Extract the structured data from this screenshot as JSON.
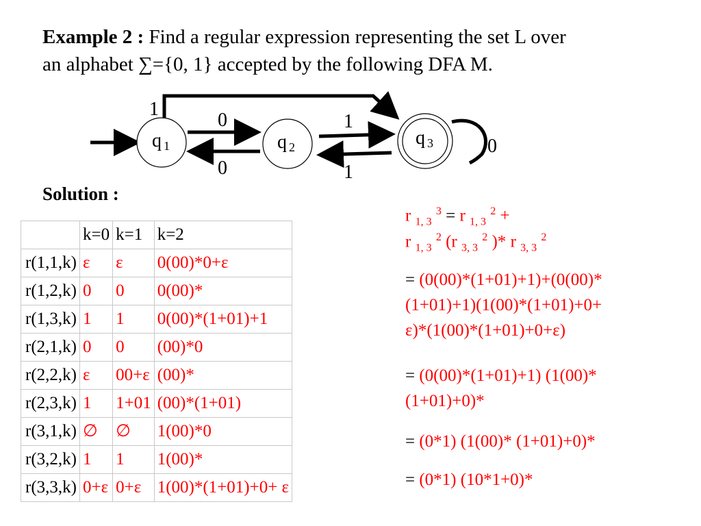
{
  "intro": {
    "label": "Example 2 :",
    "text_line1": " Find a regular expression representing the set L over",
    "text_line2": "an alphabet ∑={0, 1} accepted by the following DFA M."
  },
  "dfa": {
    "states": [
      {
        "name": "q",
        "index": "1"
      },
      {
        "name": "q",
        "index": "2"
      },
      {
        "name": "q",
        "index": "3"
      }
    ],
    "labels": {
      "q1_to_q3": "1",
      "q1_to_q2": "0",
      "q2_to_q1": "0",
      "q2_to_q3": "1",
      "q3_to_q2": "1",
      "q3_loop": "0"
    }
  },
  "solution_label": "Solution :",
  "table": {
    "headers": [
      "",
      "k=0",
      "k=1",
      "k=2"
    ],
    "rows": [
      {
        "label": "r(1,1,k)",
        "k0": "ε",
        "k1": "ε",
        "k2": "0(00)*0+ε"
      },
      {
        "label": "r(1,2,k)",
        "k0": "0",
        "k1": "0",
        "k2": "0(00)*"
      },
      {
        "label": "r(1,3,k)",
        "k0": "1",
        "k1": "1",
        "k2": "0(00)*(1+01)+1"
      },
      {
        "label": "r(2,1,k)",
        "k0": "0",
        "k1": "0",
        "k2": "(00)*0"
      },
      {
        "label": "r(2,2,k)",
        "k0": "ε",
        "k1": "00+ε",
        "k2": "(00)*"
      },
      {
        "label": "r(2,3,k)",
        "k0": "1",
        "k1": "1+01",
        "k2": "(00)*(1+01)"
      },
      {
        "label": "r(3,1,k)",
        "k0": "∅",
        "k1": "∅",
        "k2": "1(00)*0"
      },
      {
        "label": "r(3,2,k)",
        "k0": "1",
        "k1": "1",
        "k2": "1(00)*"
      },
      {
        "label": "r(3,3,k)",
        "k0": "0+ε",
        "k1": "0+ε",
        "k2": "1(00)*(1+01)+0+ ε"
      }
    ]
  },
  "derivation": {
    "formula": {
      "r": "r",
      "sub_13": "1, 3",
      "sub_33": "3, 3",
      "sup3": "3",
      "sup2": "2",
      "eq": "=",
      "plus": "+",
      "lparen": "(",
      "rparen_star": ")*"
    },
    "step1": [
      "(0(00)*(1+01)+1)+(0(00)*",
      "(1+01)+1)(1(00)*(1+01)+0+",
      "ε)*(1(00)*(1+01)+0+ε)"
    ],
    "step2": [
      "(0(00)*(1+01)+1) (1(00)*",
      "(1+01)+0)*"
    ],
    "step3": "(0*1) (1(00)* (1+01)+0)*",
    "step4": "(0*1) (10*1+0)*",
    "equals": "="
  }
}
